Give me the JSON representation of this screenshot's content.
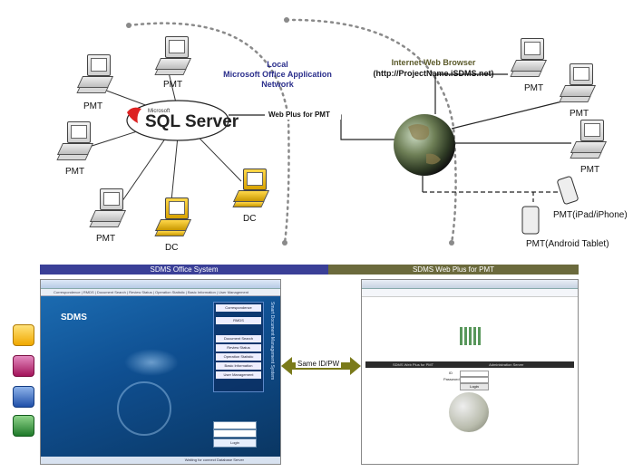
{
  "diagram": {
    "local_label": [
      "Local",
      "Microsoft Office Application",
      "Network"
    ],
    "internet_label": [
      "Internet Web Browser",
      "(http://ProjectName.iSDMS.net)"
    ],
    "web_plus_link": "Web Plus for PMT",
    "sql_server": {
      "brand": "Microsoft",
      "name": "SQL Server"
    },
    "local_nodes": [
      {
        "label": "PMT",
        "kind": "pc"
      },
      {
        "label": "PMT",
        "kind": "pc"
      },
      {
        "label": "PMT",
        "kind": "pc"
      },
      {
        "label": "PMT",
        "kind": "pc"
      },
      {
        "label": "DC",
        "kind": "dc"
      },
      {
        "label": "DC",
        "kind": "dc"
      }
    ],
    "web_nodes": [
      {
        "label": "PMT"
      },
      {
        "label": "PMT"
      },
      {
        "label": "PMT"
      }
    ],
    "ipad_label": "PMT(iPad/iPhone)",
    "android_label": "PMT(Android Tablet)",
    "colors": {
      "local_text": "#2b2f8c",
      "internet_text": "#5b5a2a",
      "bar_left": "#3a3f97",
      "bar_right": "#6b6a3c",
      "arrow": "#7a7a1a"
    }
  },
  "panels": {
    "office_bar": "SDMS Office System",
    "web_bar": "SDMS Web Plus for PMT",
    "same_id": "Same ID/PW",
    "office": {
      "app_title": "SDMS",
      "menu_items": [
        "Correspondence",
        "RMDS",
        "Document Search",
        "Review Status",
        "Operation Statistic",
        "Basic Information",
        "User Management"
      ],
      "side_buttons": [
        "Correspondence",
        "RMDS",
        "Document Search",
        "Review Status",
        "Operation Statistic",
        "Basic Information",
        "User Management"
      ],
      "login_button": "Login",
      "status": "Waiting for connect Database Server",
      "vertical_text": "Smart Document Management System"
    },
    "web": {
      "nav_left": "SDMS Web Plus for PMT",
      "nav_right": "Administration Server",
      "id_label": "ID",
      "pw_label": "Password",
      "login_button": "Login"
    }
  },
  "side_icons": [
    "outlook-icon",
    "access-icon",
    "word-icon",
    "excel-icon"
  ]
}
